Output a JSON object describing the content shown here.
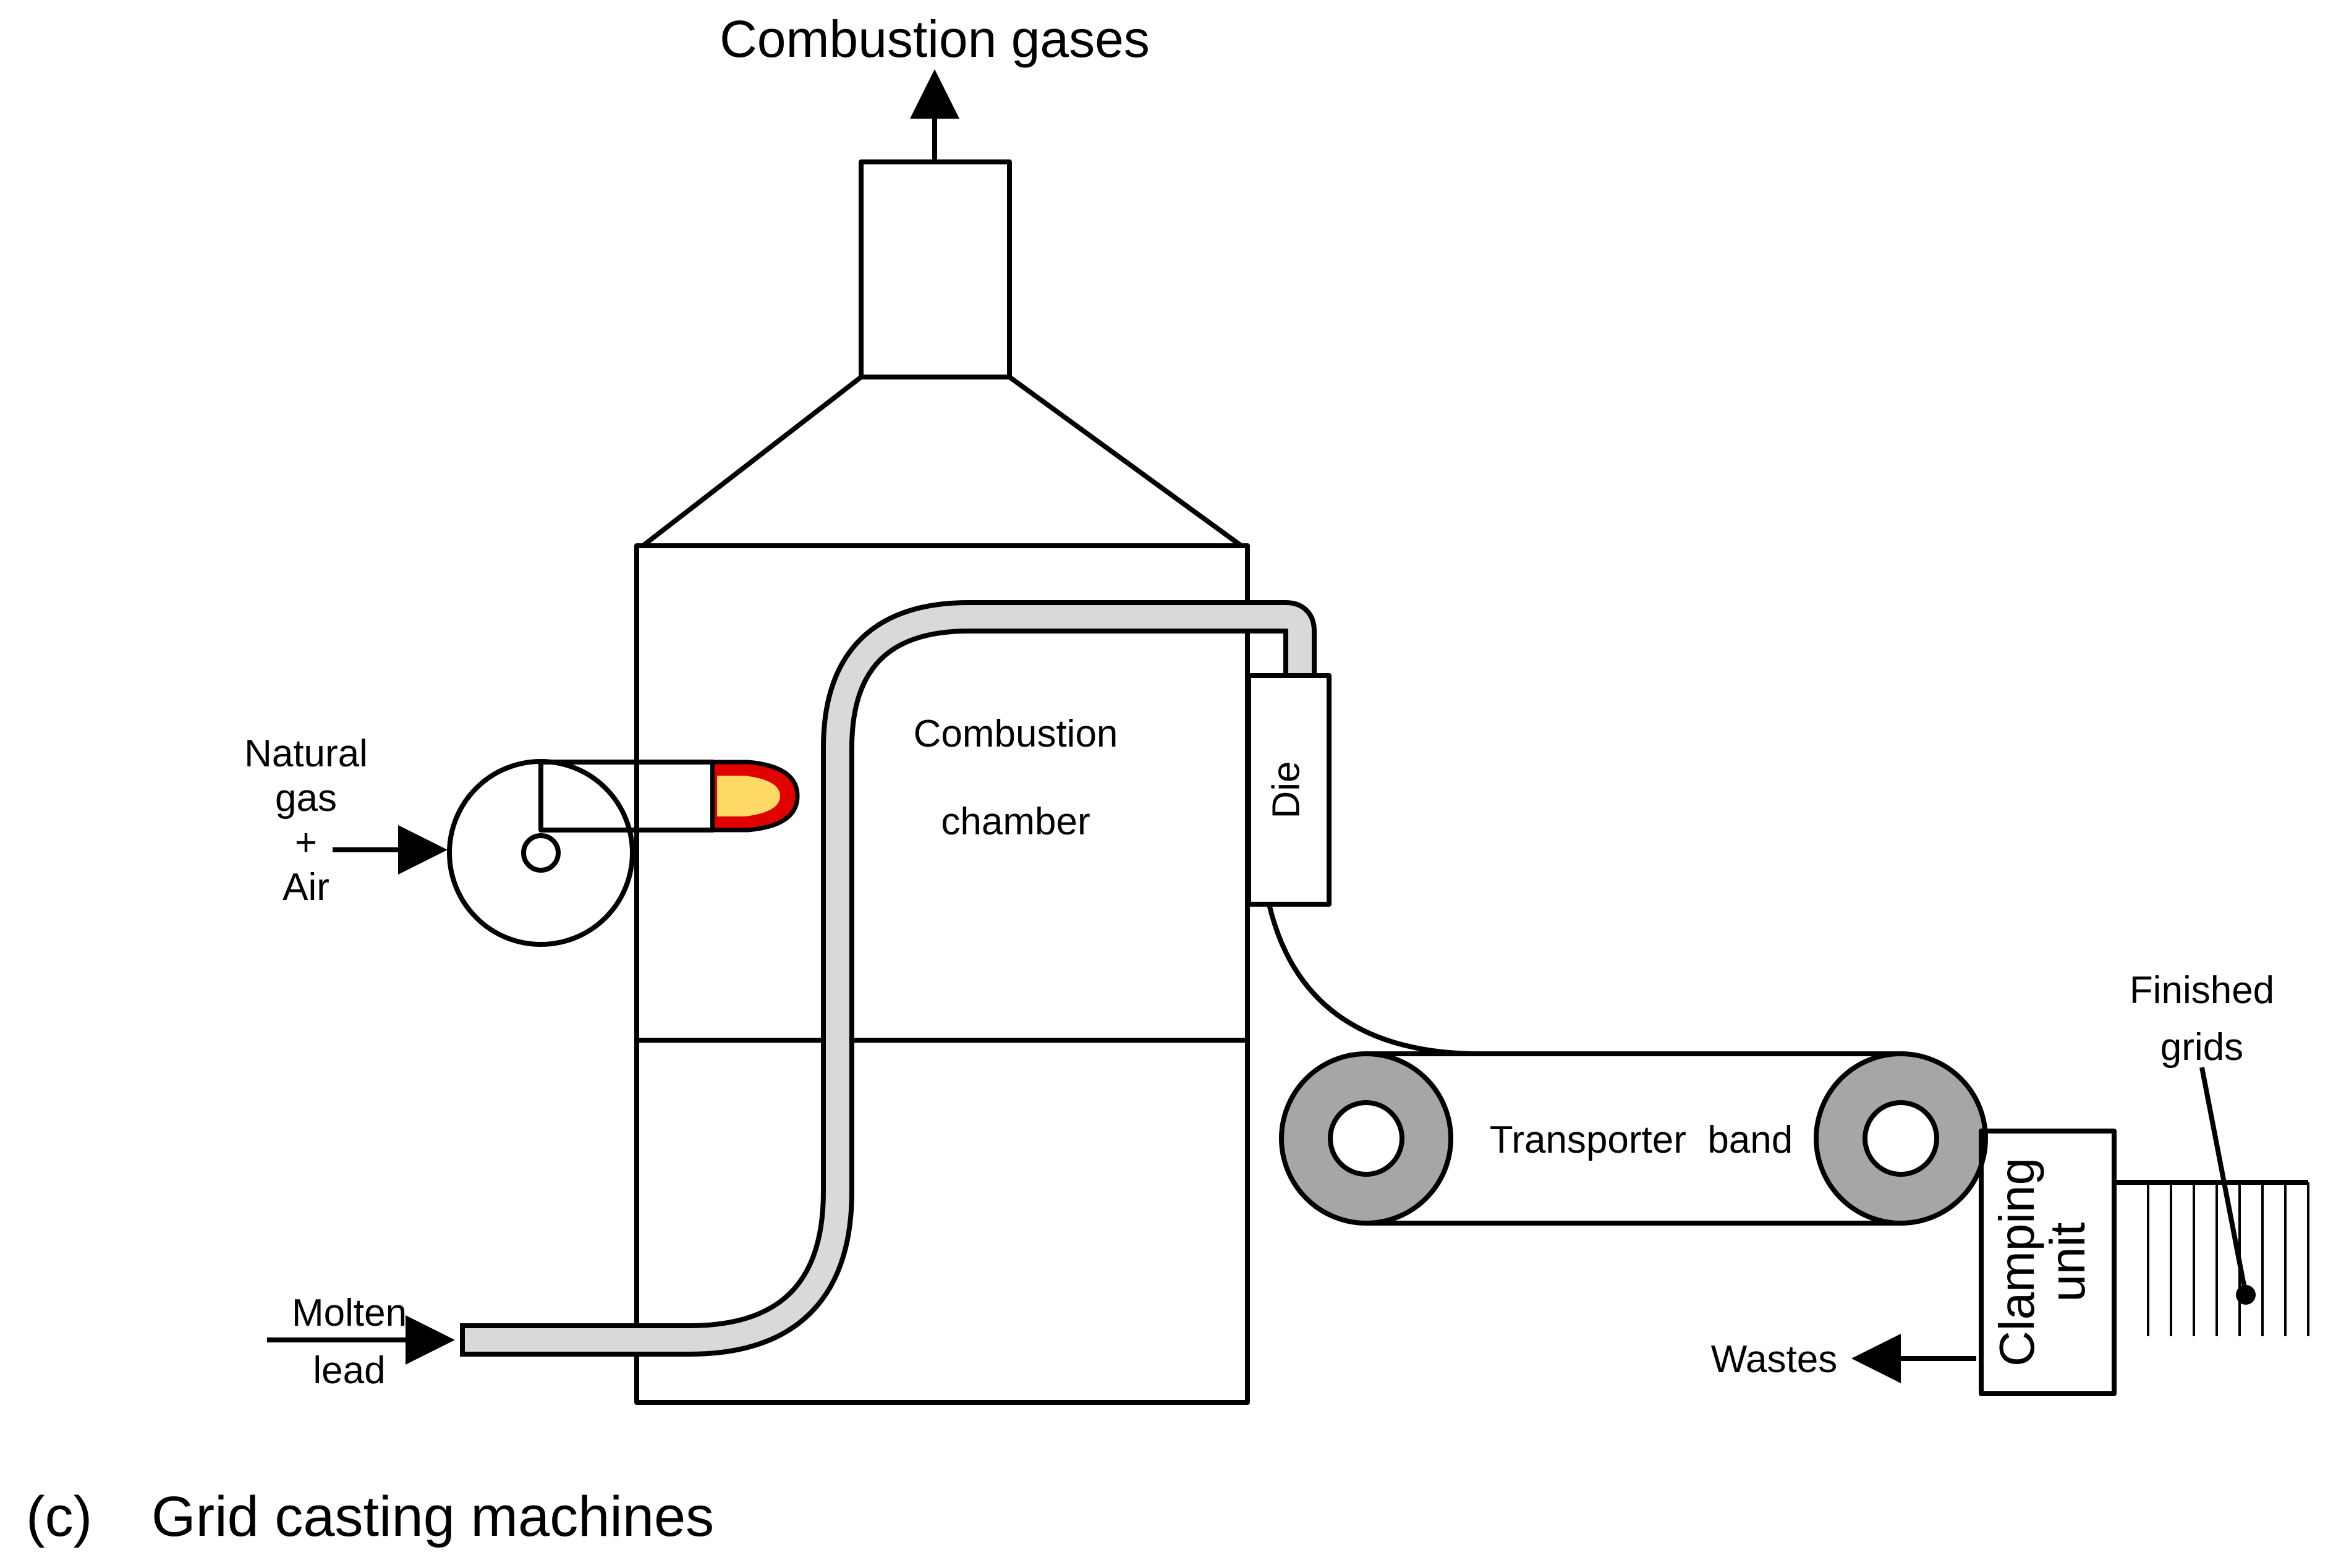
{
  "labels": {
    "combustion_gases": "Combustion gases",
    "natural_gas_line1": "Natural",
    "natural_gas_line2": "gas",
    "natural_gas_line3": "+",
    "natural_gas_line4": "Air",
    "combustion_chamber_line1": "Combustion",
    "combustion_chamber_line2": "chamber",
    "die": "Die",
    "molten_lead_line1": "Molten",
    "molten_lead_line2": "lead",
    "transporter_band": "Transporter  band",
    "clamping_unit_line1": "Clamping",
    "clamping_unit_line2": "unit",
    "finished_grids_line1": "Finished",
    "finished_grids_line2": "grids",
    "wastes": "Wastes",
    "caption_letter": "(c)",
    "caption_text": "Grid casting machines"
  },
  "colors": {
    "outline": "#000000",
    "pipe_fill": "#d9d9d9",
    "roller_fill": "#a6a6a6",
    "flame_outer": "#e00000",
    "flame_inner": "#ffd966"
  }
}
